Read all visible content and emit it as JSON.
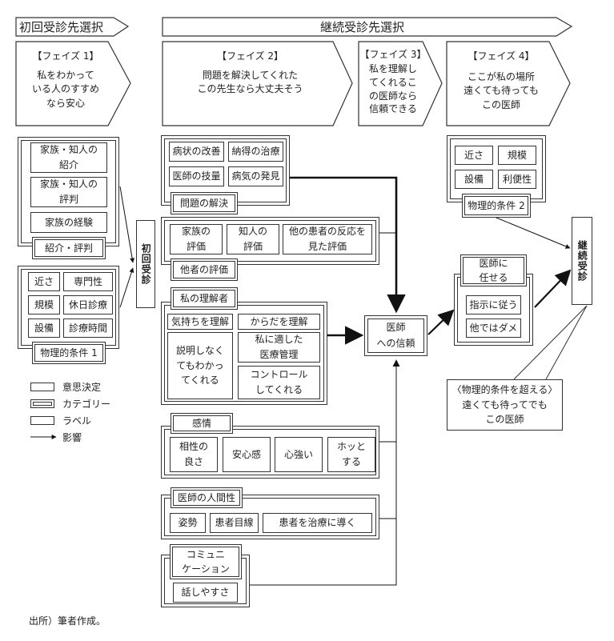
{
  "headers": {
    "initial": "初回受診先選択",
    "continued": "継続受診先選択"
  },
  "phases": [
    {
      "title": "【フェイズ 1】",
      "text": "私をわかって\nいる人のすすめ\nなら安心"
    },
    {
      "title": "【フェイズ 2】",
      "text": "問題を解決してくれた\nこの先生なら大丈夫そう"
    },
    {
      "title": "【フェイズ 3】",
      "text": "私を理解し\nてくれるこ\nの医師なら\n信頼できる"
    },
    {
      "title": "【フェイズ 4】",
      "text": "ここが私の場所\n遠くても待っても\nこの医師"
    }
  ],
  "left": {
    "referral": {
      "items": [
        "家族・知人の\n紹介",
        "家族・知人の\n評判",
        "家族の経験"
      ],
      "label": "紹介・評判"
    },
    "physical1": {
      "items": [
        "近さ",
        "専門性",
        "規模",
        "休日診療",
        "設備",
        "診療時間"
      ],
      "label": "物理的条件 1"
    },
    "first_visit": "初回受診"
  },
  "middle": {
    "problem": {
      "items": [
        "病状の改善",
        "納得の治療",
        "医師の技量",
        "病気の発見"
      ],
      "label": "問題の解決"
    },
    "others": {
      "items": [
        "家族の\n評価",
        "知人の\n評価",
        "他の患者の反応を\n見た評価"
      ],
      "label": "他者の評価"
    },
    "understander": {
      "label": "私の理解者",
      "items": [
        "気持ちを理解",
        "からだを理解",
        "説明しなく\nてもわかっ\nてくれる",
        "私に適した\n医療管理",
        "コントロール\nしてくれる"
      ]
    },
    "emotion": {
      "label": "感情",
      "items": [
        "相性の\n良さ",
        "安心感",
        "心強い",
        "ホッと\nする"
      ]
    },
    "humanity": {
      "label": "医師の人間性",
      "items": [
        "姿勢",
        "患者目線",
        "患者を治療に導く"
      ]
    },
    "communication": {
      "label": "コミュニ\nケーション",
      "items": [
        "話しやすさ"
      ]
    },
    "trust": "医師\nへの信頼"
  },
  "right": {
    "physical2": {
      "items": [
        "近さ",
        "規模",
        "設備",
        "利便性"
      ],
      "label": "物理的条件 2"
    },
    "entrust": {
      "label": "医師に\n任せる",
      "items": [
        "指示に従う",
        "他ではダメ"
      ]
    },
    "continued_visit": "継続受診",
    "callout": "〈物理的条件を超える〉\n遠くても待ってでも\nこの医師"
  },
  "legend": [
    {
      "type": "single",
      "label": "意思決定"
    },
    {
      "type": "double",
      "label": "カテゴリー"
    },
    {
      "type": "single",
      "label": "ラベル"
    },
    {
      "type": "arrow",
      "label": "影響"
    }
  ],
  "source": "出所）筆者作成。"
}
